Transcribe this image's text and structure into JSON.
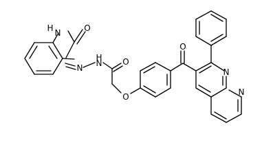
{
  "labels": {
    "nh_n": "N",
    "nh_h": "H",
    "o_oxindole": "O",
    "n_hydrazone_1": "N",
    "n_hydrazone_2": "N",
    "h_amide": "H",
    "o_amide": "O",
    "o_ether": "O",
    "o_ketone": "O",
    "n_naphthyridine_1": "N",
    "n_naphthyridine_2": "N"
  },
  "colors": {
    "bond": "#000000",
    "text": "#000000",
    "background": "#ffffff"
  }
}
